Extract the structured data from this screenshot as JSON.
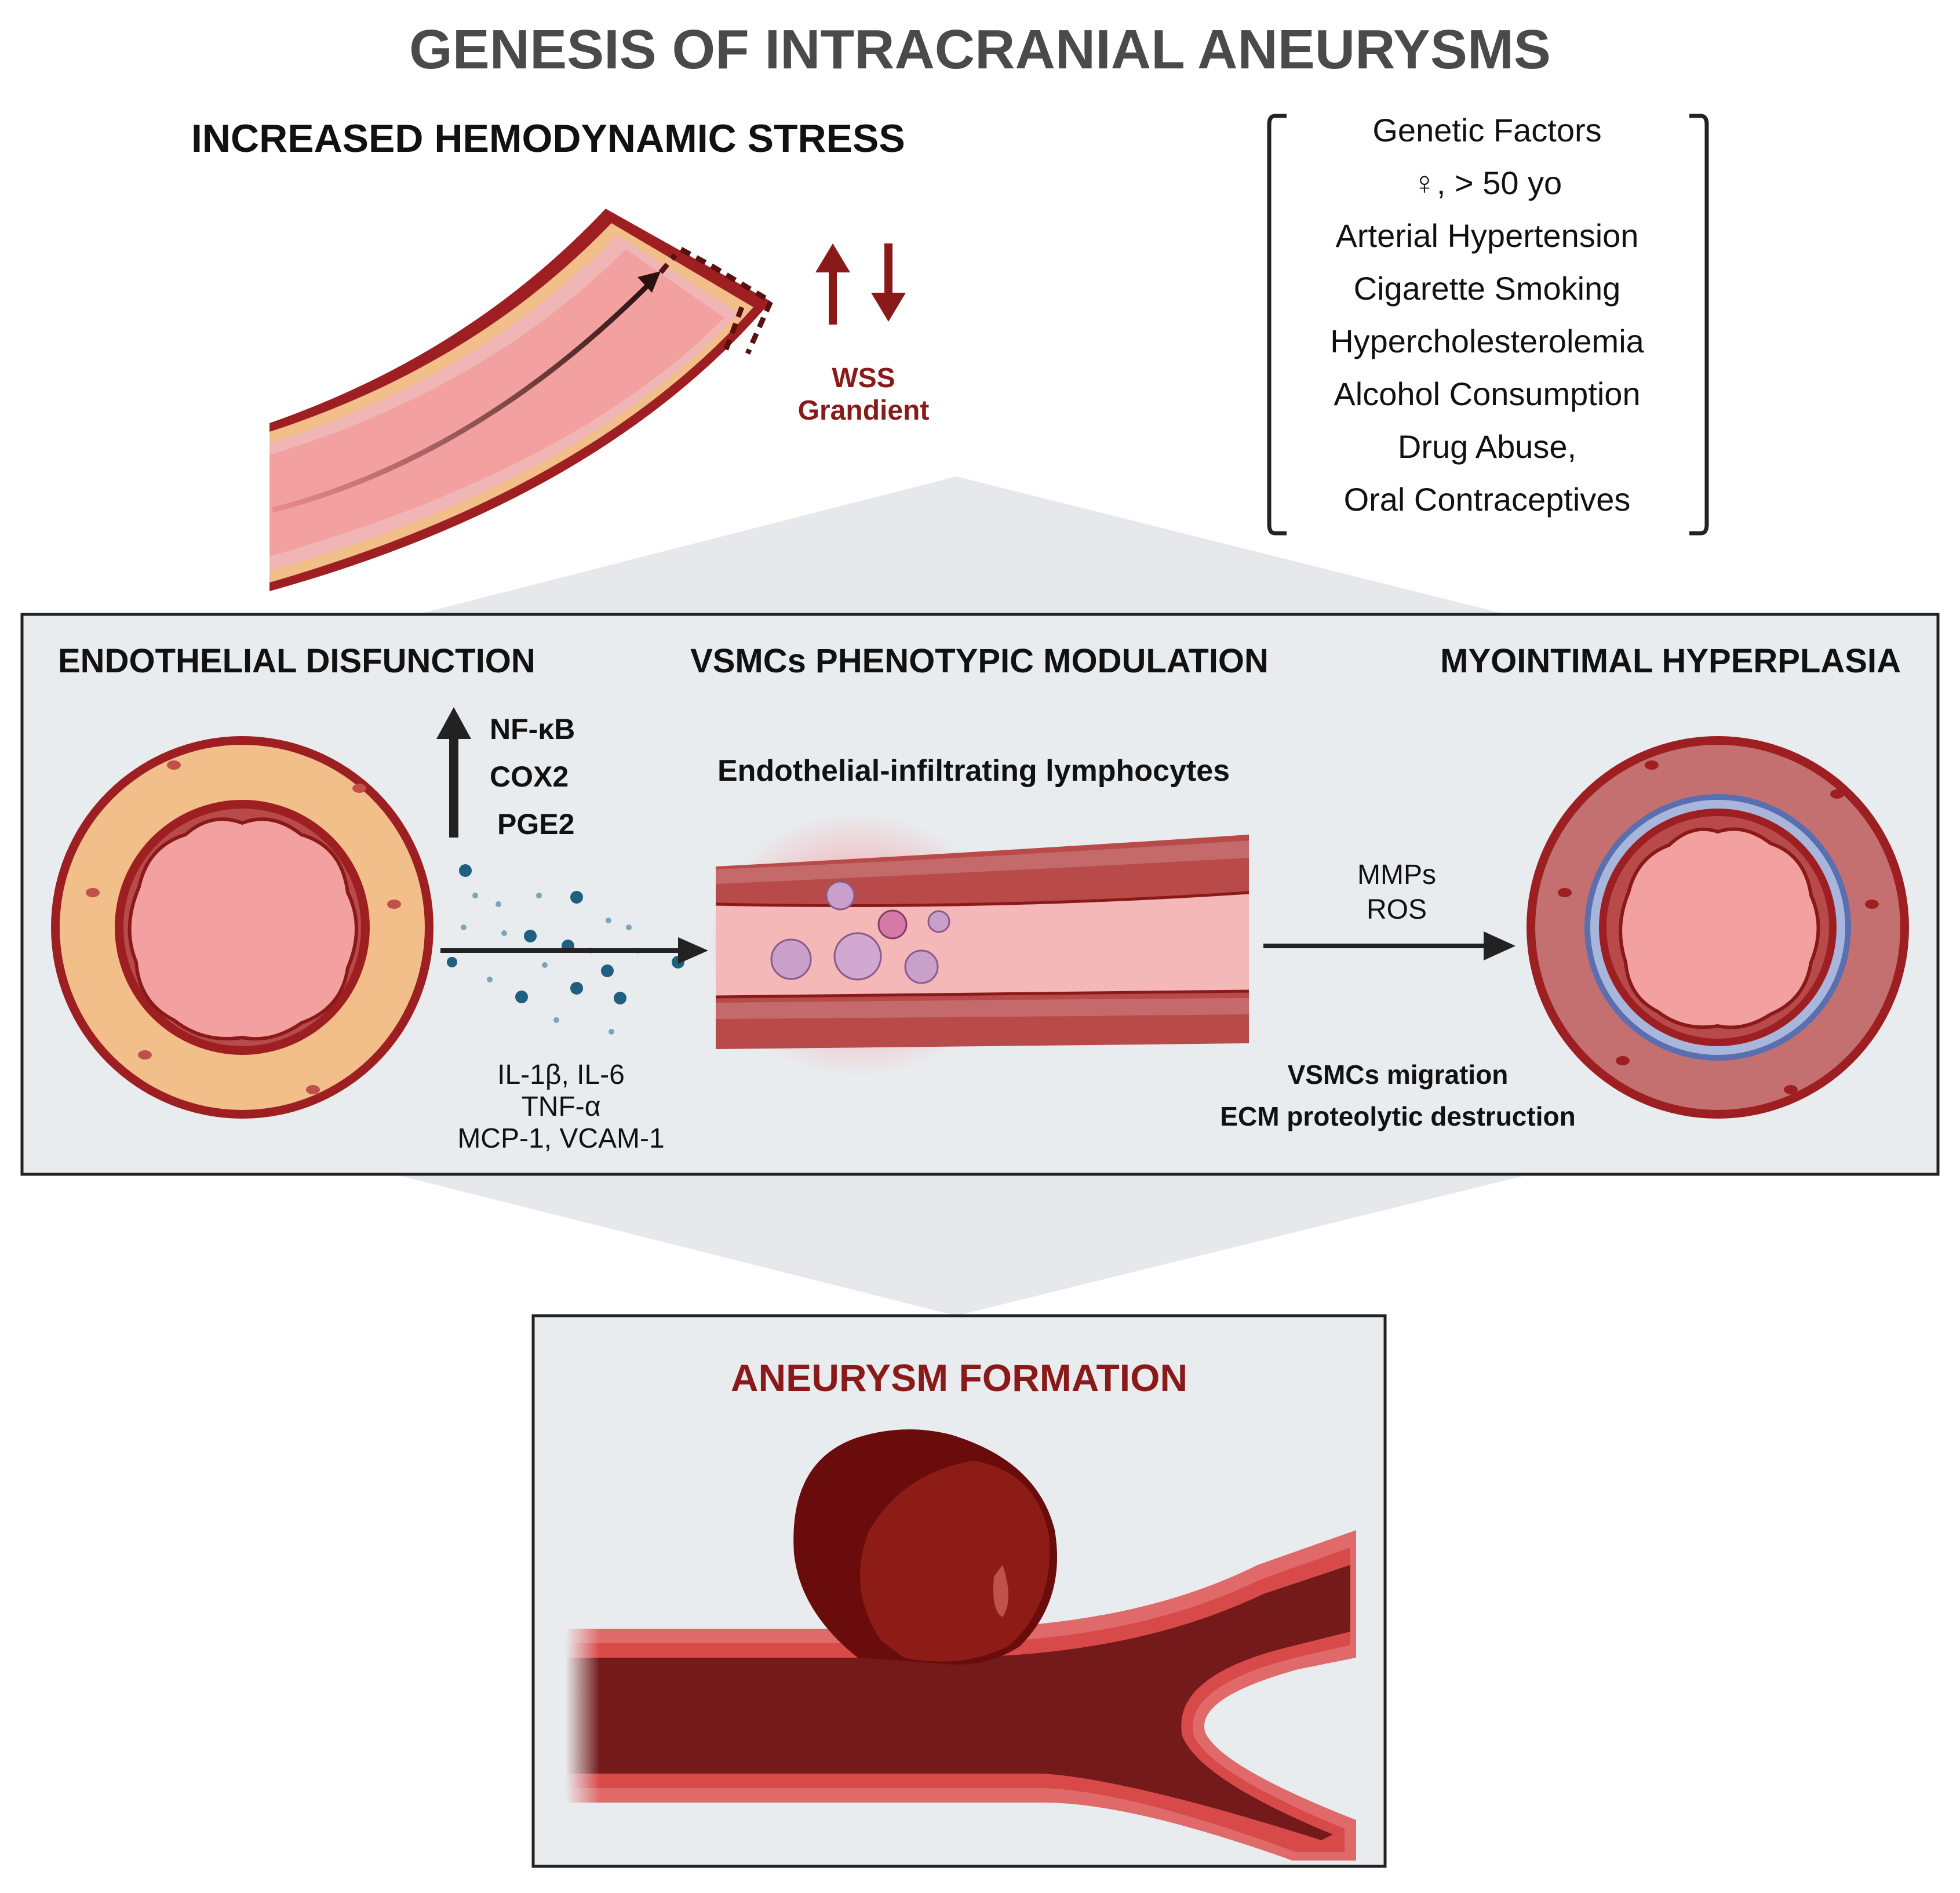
{
  "title": "GENESIS OF INTRACRANIAL ANEURYSMS",
  "hemodynamic": {
    "heading": "INCREASED HEMODYNAMIC STRESS",
    "wss_label_line1": "WSS",
    "wss_label_line2": "Grandient"
  },
  "risk_factors": [
    "Genetic Factors",
    "♀, > 50 yo",
    "Arterial Hypertension",
    "Cigarette Smoking",
    "Hypercholesterolemia",
    "Alcohol Consumption",
    "Drug Abuse,",
    "Oral Contraceptives"
  ],
  "stages": {
    "endothelial": "ENDOTHELIAL DISFUNCTION",
    "vsmcs": "VSMCs PHENOTYPIC MODULATION",
    "myointimal": "MYOINTIMAL HYPERPLASIA"
  },
  "upregulated": [
    "NF-κB",
    "COX2",
    "PGE2"
  ],
  "cytokines": [
    "IL-1β, IL-6",
    "TNF-α",
    "MCP-1, VCAM-1"
  ],
  "lymphocytes_label": "Endothelial-infiltrating lymphocytes",
  "enzymes": [
    "MMPs",
    "ROS"
  ],
  "myointimal_notes": [
    "VSMCs migration",
    "ECM proteolytic destruction"
  ],
  "aneurysm": {
    "heading": "ANEURYSM FORMATION"
  },
  "colors": {
    "vessel_dark": "#9e1f22",
    "vessel_light": "#f2a3a3",
    "adventitia": "#f2bf8a",
    "panel_bg": "#e9ecef",
    "accent_red": "#8a1a1a",
    "particle": "#1f5f80"
  }
}
